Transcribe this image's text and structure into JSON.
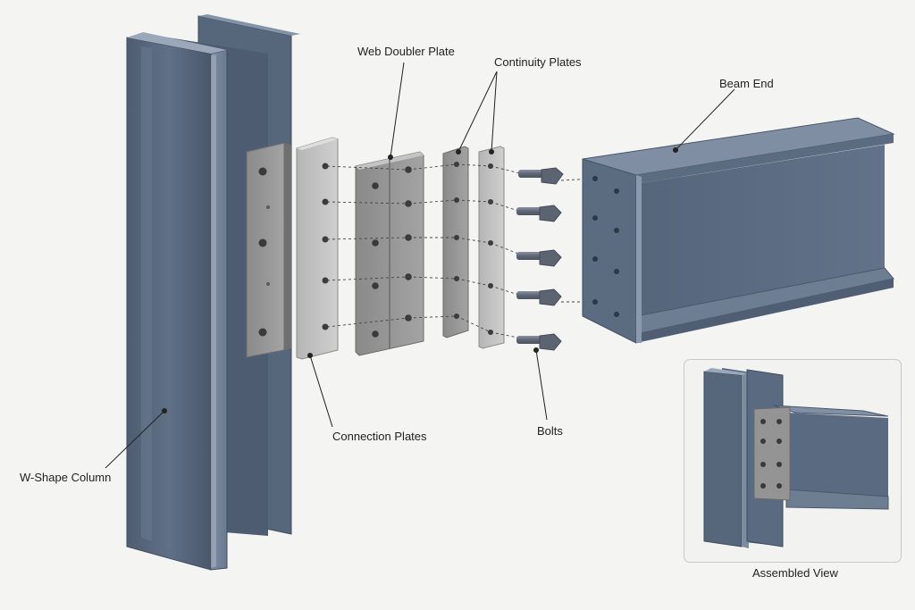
{
  "labels": {
    "web_doubler_plate": "Web Doubler Plate",
    "continuity_plates": "Continuity Plates",
    "beam_end": "Beam End",
    "connection_plates": "Connection Plates",
    "bolts": "Bolts",
    "w_shape_column": "W-Shape Column",
    "assembled_view": "Assembled View"
  },
  "colors": {
    "background": "#f4f4f3",
    "steel": "#5b6b80",
    "steel_dark": "#3f4d5f",
    "steel_light": "#7d8ca0",
    "plate": "#8f8f8f",
    "plate_light": "#b7b7b7",
    "bolt": "#6e7582"
  }
}
